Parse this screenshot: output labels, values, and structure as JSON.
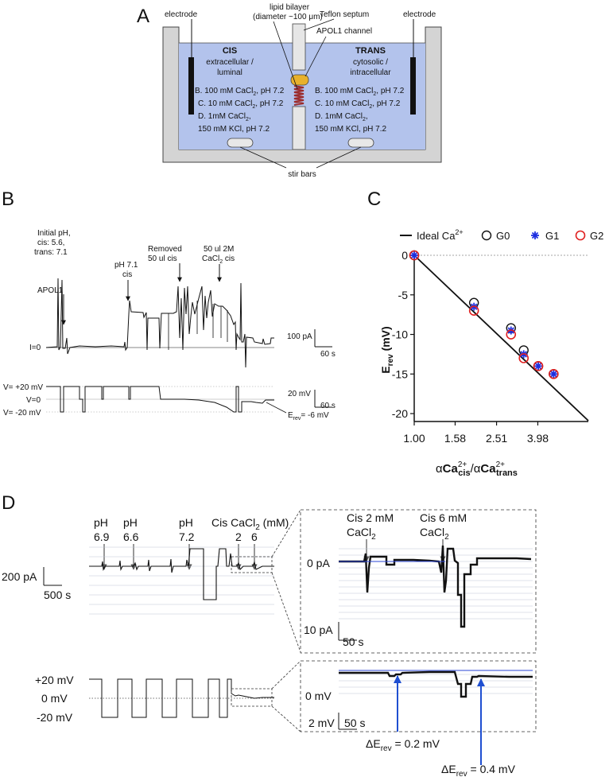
{
  "panels": {
    "a": "A",
    "b": "B",
    "c": "C",
    "d": "D"
  },
  "panel_a": {
    "electrode_left": "electrode",
    "electrode_right": "electrode",
    "bilayer_line1": "lipid bilayer",
    "bilayer_line2": "(diameter ~100 μm)",
    "septum": "Teflon septum",
    "channel": "APOL1 channel",
    "cis_title": "CIS",
    "cis_sub1": "extracellular /",
    "cis_sub2": "luminal",
    "trans_title": "TRANS",
    "trans_sub1": "cytosolic /",
    "trans_sub2": "intracellular",
    "cond_b": "B. 100 mM CaCl",
    "cond_b_tail": ", pH 7.2",
    "cond_c": "C. 10 mM CaCl",
    "cond_c_tail": ", pH 7.2",
    "cond_d1": "D. 1mM CaCl",
    "cond_d1_tail": ",",
    "cond_d2": "150 mM KCl, pH 7.2",
    "sub2": "2",
    "stir": "stir bars"
  },
  "panel_b": {
    "init1": "Initial pH,",
    "init2": "cis: 5.6,",
    "init3": "trans: 7.1",
    "apol1": "APOL1",
    "ph71_1": "pH 7.1",
    "ph71_2": "cis",
    "removed1": "Removed",
    "removed2": "50 ul cis",
    "added1": "50 ul 2M",
    "added2": "CaCl",
    "added2_sub": "2",
    "added2_tail": " cis",
    "i0": "I=0",
    "scale_pa": "100 pA",
    "scale_s1": "60 s",
    "v_plus": "V= +20 mV",
    "v_zero": "V=0",
    "v_minus": "V= -20 mV",
    "scale_mv": "20 mV",
    "scale_s2": "60 s",
    "erev": "E",
    "erev_sub": "rev",
    "erev_tail": "= -6 mV"
  },
  "panel_c": {
    "legend_ideal": "Ideal Ca",
    "legend_ideal_sup": "2+",
    "legend_g0": "G0",
    "legend_g1": "G1",
    "legend_g2": "G2",
    "xlabel_a": "α",
    "xlabel_b": "Ca",
    "xlabel_sup1": "2+",
    "xlabel_sub1": "cis",
    "xlabel_c": "/α",
    "xlabel_d": "Ca",
    "xlabel_sup2": "2+",
    "xlabel_sub2": "trans",
    "ylabel": "E",
    "ylabel_sub": "rev",
    "ylabel_tail": " (mV)"
  },
  "chart_data": {
    "type": "scatter",
    "xscale": "log",
    "xlim": [
      1.0,
      7.0
    ],
    "ylim": [
      -21,
      0
    ],
    "x_ticks": [
      "1.00",
      "1.58",
      "2.51",
      "3.98"
    ],
    "y_ticks": [
      "0",
      "-5",
      "-10",
      "-15",
      "-20"
    ],
    "ideal_line": {
      "x": [
        1.0,
        7.0
      ],
      "y": [
        0,
        -20.9
      ]
    },
    "series": [
      {
        "name": "G0",
        "marker": "circle-black",
        "x": [
          1.0,
          1.95,
          2.95,
          3.4,
          4.0,
          4.75
        ],
        "y": [
          0,
          -6.0,
          -9.2,
          -12.0,
          -14.0,
          -15.0
        ]
      },
      {
        "name": "G1",
        "marker": "star-blue",
        "x": [
          1.0,
          1.95,
          2.95,
          3.4,
          4.0,
          4.75
        ],
        "y": [
          0,
          -6.5,
          -9.5,
          -12.5,
          -14.0,
          -15.0
        ]
      },
      {
        "name": "G2",
        "marker": "circle-red",
        "x": [
          1.0,
          1.95,
          2.95,
          3.4,
          4.0,
          4.75
        ],
        "y": [
          0,
          -7.0,
          -10.0,
          -13.0,
          -14.0,
          -15.0
        ]
      }
    ]
  },
  "panel_d": {
    "ph69": "pH",
    "ph69_v": "6.9",
    "ph66": "pH",
    "ph66_v": "6.6",
    "ph72": "pH",
    "ph72_v": "7.2",
    "cis_cacl": "Cis CaCl",
    "cis_cacl_sub": "2",
    "cis_cacl_tail": " (mM)",
    "conc2": "2",
    "conc6": "6",
    "scale_200pa": "200 pA",
    "scale_500s": "500 s",
    "v_plus": "+20 mV",
    "v_zero": "0 mV",
    "v_minus": "-20 mV",
    "zoom_cis2_1": "Cis 2 mM",
    "zoom_cis2_2": "CaCl",
    "zoom_cis6_1": "Cis 6 mM",
    "zoom_cis6_2": "CaCl",
    "sub2": "2",
    "zoom_0pa": "0 pA",
    "scale_10pa": "10 pA",
    "scale_50s": "50 s",
    "zoom_0mv": "0 mV",
    "scale_2mv": "2 mV",
    "scale_50s_b": "50 s",
    "delta1": "ΔE",
    "delta1_sub": "rev",
    "delta1_tail": " = 0.2 mV",
    "delta2": "ΔE",
    "delta2_sub": "rev",
    "delta2_tail": " = 0.4 mV"
  }
}
